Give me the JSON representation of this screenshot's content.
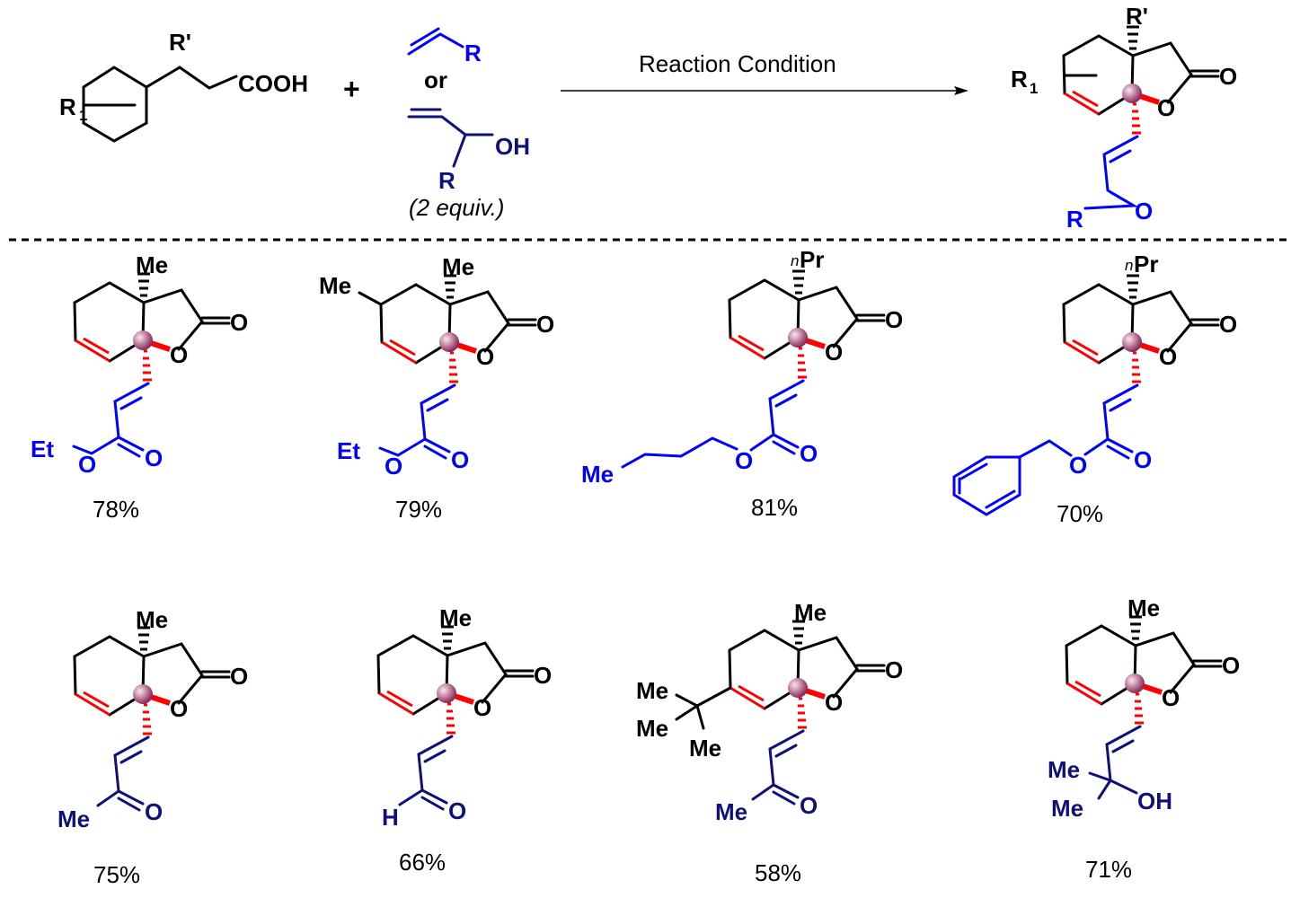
{
  "header": {
    "reactant_substituent_r1": "R",
    "reactant_r1_sub": "1",
    "reactant_rprime": "R'",
    "cooh": "COOH",
    "plus": "+",
    "alkene_r": "R",
    "or": "or",
    "oh": "OH",
    "allyl_r": "R",
    "equiv": "(2 equiv.)",
    "condition": "Reaction Condition",
    "prod_r1": "R",
    "prod_r1_sub": "1",
    "prod_rprime": "R'",
    "prod_o_exo": "O",
    "prod_o_ring": "O",
    "prod_r": "R",
    "prod_o_ketone": "O"
  },
  "products": [
    {
      "sub": "Me",
      "yield": "78%",
      "labels": [
        "Et",
        "O",
        "O"
      ]
    },
    {
      "sub": "Me",
      "ring_sub": "Me",
      "yield": "79%",
      "labels": [
        "Et",
        "O",
        "O"
      ]
    },
    {
      "sub_prefix": "n",
      "sub": "Pr",
      "yield": "81%",
      "labels": [
        "Me",
        "O",
        "O"
      ]
    },
    {
      "sub_prefix": "n",
      "sub": "Pr",
      "yield": "70%",
      "labels": [
        "O",
        "O"
      ]
    },
    {
      "sub": "Me",
      "yield": "75%",
      "labels": [
        "Me",
        "O"
      ]
    },
    {
      "sub": "Me",
      "yield": "66%",
      "labels": [
        "H",
        "O"
      ]
    },
    {
      "sub": "Me",
      "yield": "58%",
      "ring_labels": [
        "Me",
        "Me",
        "Me"
      ],
      "labels": [
        "Me",
        "O"
      ]
    },
    {
      "sub": "Me",
      "yield": "71%",
      "labels": [
        "Me",
        "Me",
        "OH"
      ]
    }
  ],
  "core_labels": {
    "o_exo": "O",
    "o_ring": "O"
  },
  "colors": {
    "blue": "#0000ff",
    "navy": "#10107a",
    "red": "#ff0000",
    "ball": "#a0406a"
  }
}
